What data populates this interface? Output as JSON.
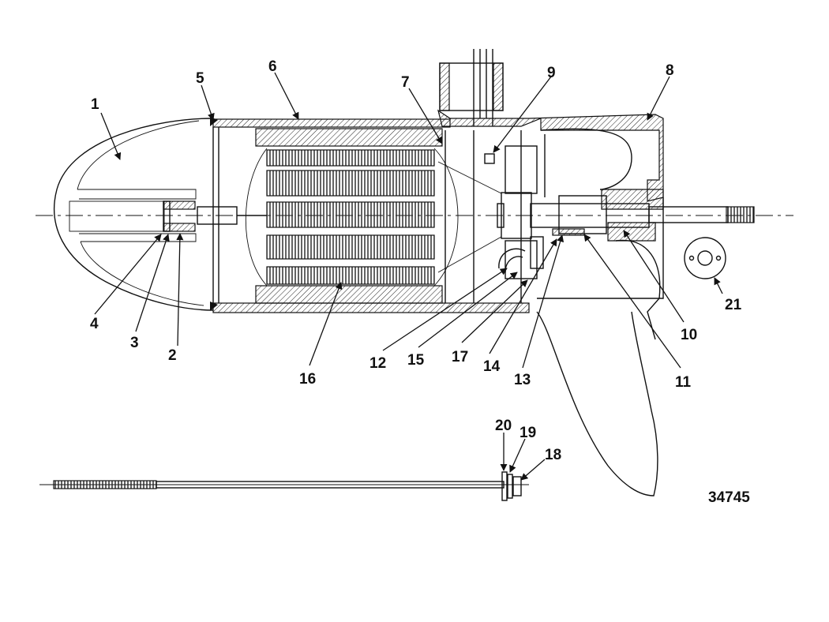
{
  "diagram": {
    "part_id": "34745",
    "callouts": [
      "1",
      "2",
      "3",
      "4",
      "5",
      "6",
      "7",
      "8",
      "9",
      "10",
      "11",
      "12",
      "13",
      "14",
      "15",
      "16",
      "17",
      "18",
      "19",
      "20",
      "21"
    ]
  }
}
